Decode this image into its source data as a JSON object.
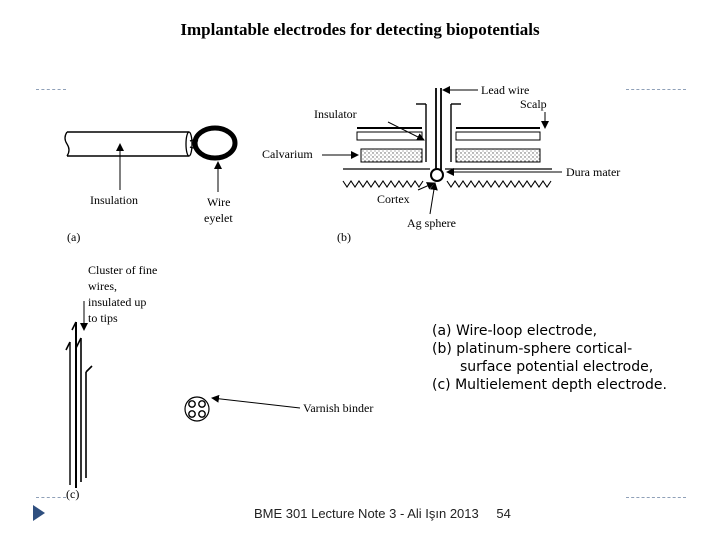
{
  "slide": {
    "title": "Implantable electrodes for detecting biopotentials",
    "figure": {
      "panel_a": {
        "insulation": "Insulation",
        "wire_line1": "Wire",
        "wire_line2": "eyelet",
        "panel_label": "(a)"
      },
      "panel_b": {
        "lead_wire": "Lead wire",
        "insulator": "Insulator",
        "scalp": "Scalp",
        "calvarium": "Calvarium",
        "dura_mater": "Dura mater",
        "cortex": "Cortex",
        "ag_sphere": "Ag sphere",
        "panel_label": "(b)"
      },
      "panel_c": {
        "cluster_line1": "Cluster of fine",
        "cluster_line2": "wires,",
        "cluster_line3": "insulated up",
        "cluster_line4": "to tips",
        "varnish_binder": "Varnish binder",
        "panel_label": "(c)"
      }
    },
    "caption": {
      "line_a": "(a) Wire-loop electrode,",
      "line_b1": "(b) platinum-sphere cortical-",
      "line_b2": "surface potential electrode,",
      "line_c": "(c) Multielement depth electrode."
    },
    "footer": {
      "course": "BME 301 Lecture Note 3 - Ali Işın 2013",
      "page_number": "54"
    },
    "colors": {
      "dash": "#8fa0b8",
      "nav_arrow": "#2f4f7f"
    }
  }
}
